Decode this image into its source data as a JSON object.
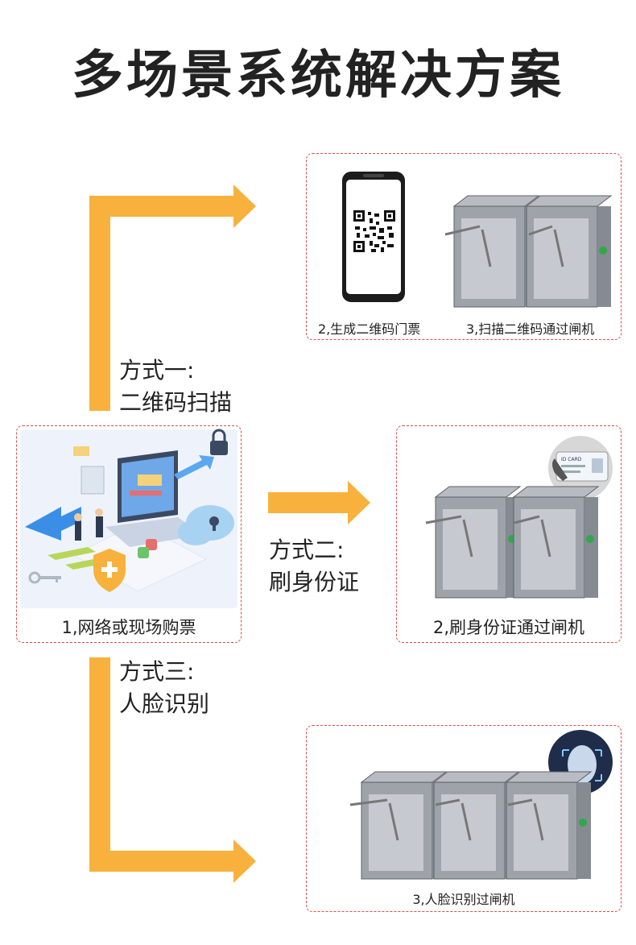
{
  "title": "多场景系统解决方案",
  "methods": [
    {
      "label": "方式一:",
      "name": "二维码扫描"
    },
    {
      "label": "方式二:",
      "name": "刷身份证"
    },
    {
      "label": "方式三:",
      "name": "人脸识别"
    }
  ],
  "steps": {
    "buy": "1,网络或现场购票",
    "qr_generate": "2,生成二维码门票",
    "qr_scan": "3,扫描二维码通过闸机",
    "id_card": "2,刷身份证通过闸机",
    "face": "3,人脸识别过闸机"
  },
  "id_card_text": "ID CARD",
  "colors": {
    "arrow": "#f7b13c",
    "border": "#e24b4b",
    "text": "#222222"
  }
}
